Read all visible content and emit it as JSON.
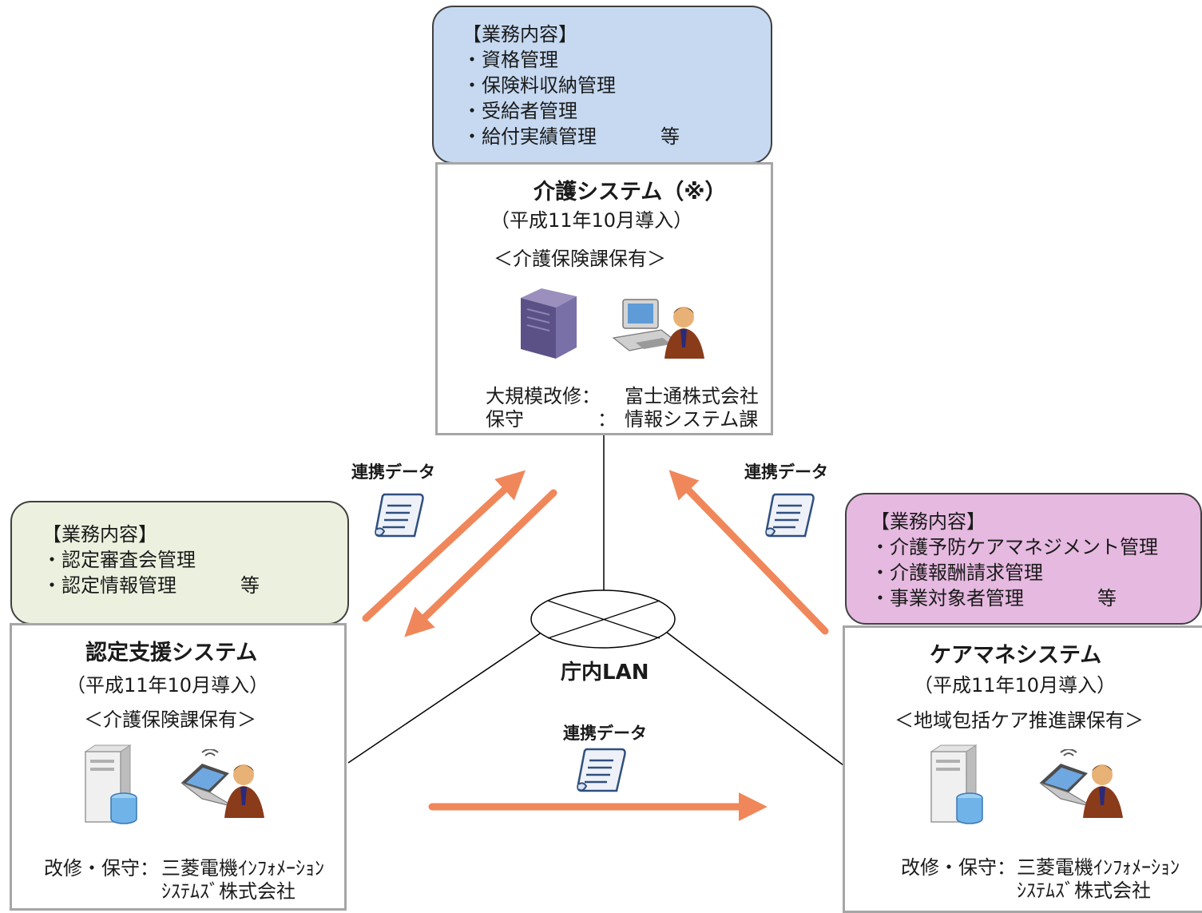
{
  "colors": {
    "kaigo_bubble": "#c6d9f1",
    "nintei_bubble": "#ebf1de",
    "caremane_bubble": "#e6b9e0",
    "arrow": "#f0875a",
    "box_border": "#a6a6a6"
  },
  "kaigo": {
    "tasks_header": "【業務内容】",
    "tasks": [
      "・資格管理",
      "・保険料収納管理",
      "・受給者管理",
      "・給付実績管理"
    ],
    "tasks_suffix": "等",
    "title": "介護システム（※）",
    "intro": "（平成11年10月導入）",
    "owner": "＜介護保険課保有＞",
    "vendor_label1": "大規模改修",
    "vendor_sep1": "：",
    "vendor_value1": "富士通株式会社",
    "vendor_label2": "保守",
    "vendor_sep2": "：",
    "vendor_value2": "情報システム課",
    "icons": [
      "server-tower-icon",
      "workstation-user-icon"
    ]
  },
  "nintei": {
    "tasks_header": "【業務内容】",
    "tasks": [
      "・認定審査会管理",
      "・認定情報管理"
    ],
    "tasks_suffix": "等",
    "title": "認定支援システム",
    "intro": "（平成11年10月導入）",
    "owner": "＜介護保険課保有＞",
    "vendor_label": "改修・保守：",
    "vendor_value1": "三菱電機ｲﾝﾌｫﾒｰｼｮﾝ",
    "vendor_value2": "ｼｽﾃﾑｽﾞ株式会社",
    "icons": [
      "server-db-icon",
      "laptop-user-icon"
    ]
  },
  "caremane": {
    "tasks_header": "【業務内容】",
    "tasks": [
      "・介護予防ケアマネジメント管理",
      "・介護報酬請求管理",
      "・事業対象者管理"
    ],
    "tasks_suffix": "等",
    "title": "ケアマネシステム",
    "intro": "（平成11年10月導入）",
    "owner": "＜地域包括ケア推進課保有＞",
    "vendor_label": "改修・保守：",
    "vendor_value1": "三菱電機ｲﾝﾌｫﾒｰｼｮﾝ",
    "vendor_value2": "ｼｽﾃﾑｽﾞ株式会社",
    "icons": [
      "server-db-icon",
      "laptop-user-icon"
    ]
  },
  "network": {
    "label": "庁内LAN",
    "icon": "network-cloud-icon"
  },
  "links": {
    "left_label": "連携データ",
    "right_label": "連携データ",
    "bottom_label": "連携データ",
    "doc_icon": "scroll-document-icon"
  }
}
